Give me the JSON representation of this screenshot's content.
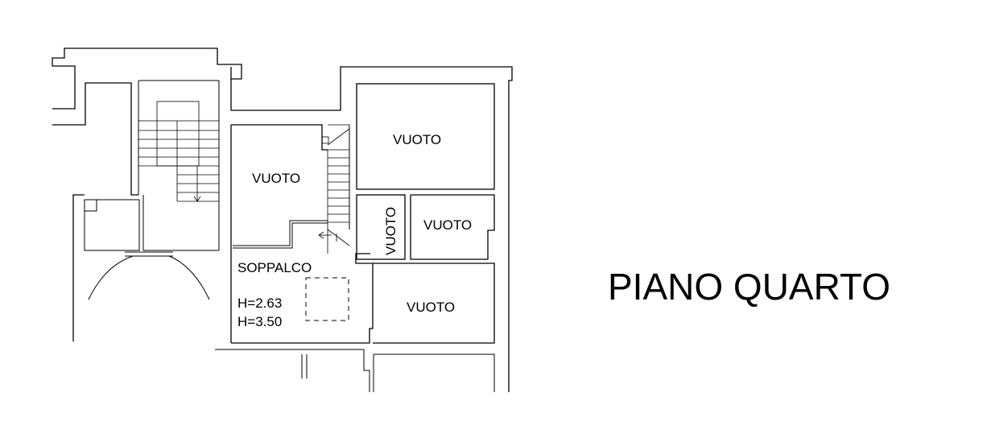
{
  "drawing": {
    "title": "PIANO QUARTO",
    "rooms": {
      "vuoto_left": "VUOTO",
      "vuoto_top_right": "VUOTO",
      "vuoto_narrow": "VUOTO",
      "vuoto_mid_right": "VUOTO",
      "vuoto_bottom_right": "VUOTO"
    },
    "mezzanine": {
      "label": "SOPPALCO",
      "height_1": "H=2.63",
      "height_2": "H=3.50"
    }
  }
}
